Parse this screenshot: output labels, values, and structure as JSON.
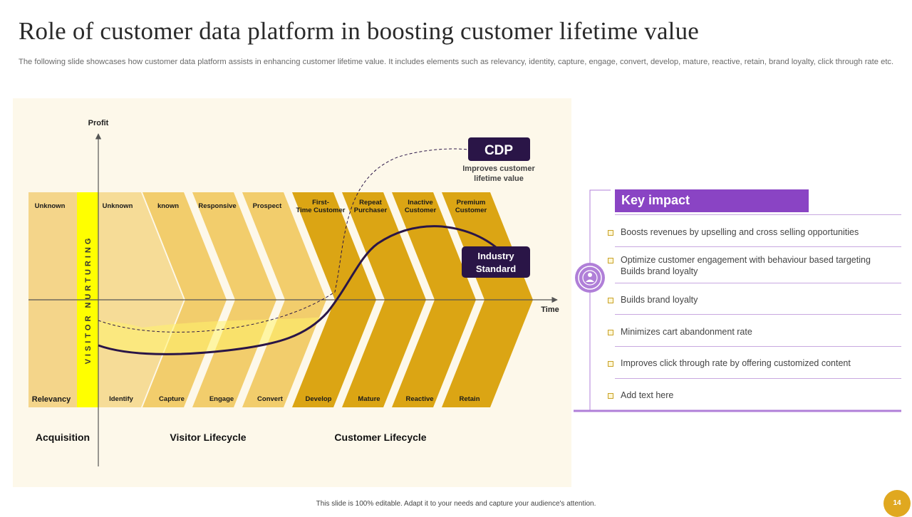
{
  "slide": {
    "title": "Role of  customer data platform in boosting customer lifetime value",
    "subtitle": "The following slide showcases how customer data platform assists in enhancing customer lifetime value. It includes elements such as relevancy, identity, capture, engage, convert, develop, mature, reactive, retain, brand loyalty, click through rate etc.",
    "footer": "This slide is 100% editable. Adapt it to your needs and capture your audience's attention.",
    "page_number": "14"
  },
  "diagram": {
    "axis_y_label": "Profit",
    "axis_x_label": "Time",
    "vertical_band_label": "VISITOR NURTURING",
    "top_stages": [
      "Unknown",
      "Unknown",
      "known",
      "Responsive",
      "Prospect",
      "First- Time Customer",
      "Repeat Purchaser",
      "Inactive Customer",
      "Premium Customer"
    ],
    "bottom_stages": [
      "Relevancy",
      "Identify",
      "Capture",
      "Engage",
      "Convert",
      "Develop",
      "Mature",
      "Reactive",
      "Retain"
    ],
    "phases": [
      "Acquisition",
      "Visitor Lifecycle",
      "Customer Lifecycle"
    ],
    "cdp": {
      "label": "CDP",
      "caption": "Improves customer lifetime value"
    },
    "industry_standard": "Industry Standard",
    "colors": {
      "light": "#f4d58a",
      "mid": "#f0c960",
      "dark": "#dba514",
      "band": "#ffff00",
      "navy": "#2a1547",
      "purple": "#8a44c4"
    }
  },
  "key_impact": {
    "title": "Key impact",
    "items": [
      "Boosts revenues  by upselling and cross selling opportunities",
      "Optimize customer engagement  with behaviour  based targeting Builds brand loyalty",
      "Builds brand loyalty",
      "Minimizes cart abandonment rate",
      "Improves  click through rate by offering customized content",
      "Add text here"
    ],
    "icon": "target-people-icon"
  }
}
